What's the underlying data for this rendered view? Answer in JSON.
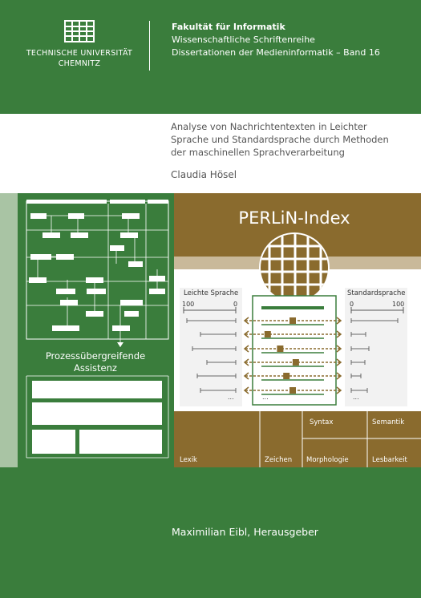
{
  "university": {
    "line1": "TECHNISCHE UNIVERSITÄT",
    "line2": "CHEMNITZ"
  },
  "header": {
    "faculty": "Fakultät für Informatik",
    "series": "Wissenschaftliche Schriftenreihe",
    "volume": "Dissertationen der Medieninformatik – Band 16"
  },
  "book": {
    "title_line1": "Analyse von Nachrichtentexten in Leichter",
    "title_line2": "Sprache und Standardsprache durch Methoden",
    "title_line3": "der maschinellen Sprachverarbeitung",
    "author": "Claudia Hösel",
    "editor": "Maximilian Eibl, Herausgeber"
  },
  "illustration": {
    "assistance_line1": "Prozessübergreifende",
    "assistance_line2": "Assistenz",
    "index_title": "PERLiN-Index",
    "left_scale": {
      "title": "Leichte Sprache",
      "min": "100",
      "max": "0"
    },
    "right_scale": {
      "title": "Standardsprache",
      "min": "0",
      "max": "100"
    },
    "ellipsis": "...",
    "categories": {
      "syntax": "Syntax",
      "semantik": "Semantik",
      "lexik": "Lexik",
      "zeichen": "Zeichen",
      "morphologie": "Morphologie",
      "lesbarkeit": "Lesbarkeit"
    },
    "slider_positions": [
      0.5,
      0.1,
      0.3,
      0.55,
      0.4,
      0.5
    ]
  },
  "colors": {
    "green": "#3a7d3c",
    "brown": "#8a6b2e",
    "beige": "#c9b99a",
    "light_green": "#8eb88a"
  }
}
